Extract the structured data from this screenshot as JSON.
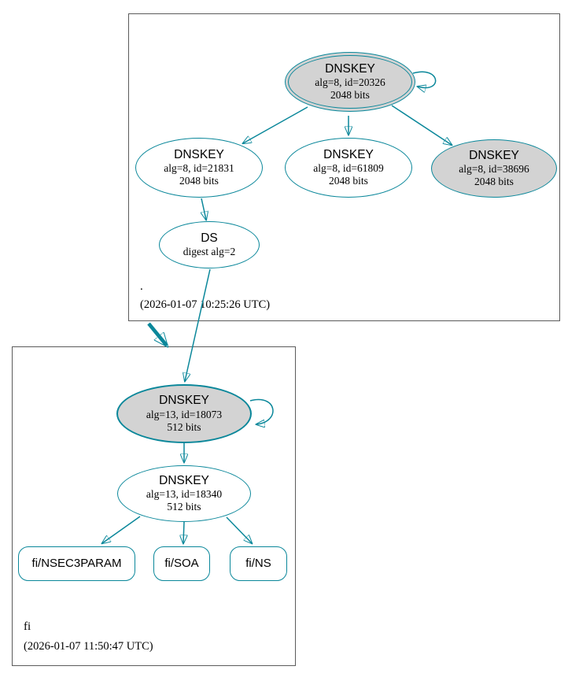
{
  "zones": {
    "root": {
      "label": ".",
      "timestamp": "(2026-01-07 10:25:26 UTC)"
    },
    "fi": {
      "label": "fi",
      "timestamp": "(2026-01-07 11:50:47 UTC)"
    }
  },
  "nodes": {
    "root_ksk_20326": {
      "title": "DNSKEY",
      "alg": "alg=8, id=20326",
      "bits": "2048 bits"
    },
    "root_zsk_21831": {
      "title": "DNSKEY",
      "alg": "alg=8, id=21831",
      "bits": "2048 bits"
    },
    "root_zsk_61809": {
      "title": "DNSKEY",
      "alg": "alg=8, id=61809",
      "bits": "2048 bits"
    },
    "root_ksk_38696": {
      "title": "DNSKEY",
      "alg": "alg=8, id=38696",
      "bits": "2048 bits"
    },
    "ds_fi": {
      "title": "DS",
      "alg": "digest alg=2"
    },
    "fi_ksk_18073": {
      "title": "DNSKEY",
      "alg": "alg=13, id=18073",
      "bits": "512 bits"
    },
    "fi_zsk_18340": {
      "title": "DNSKEY",
      "alg": "alg=13, id=18340",
      "bits": "512 bits"
    },
    "rrset_nsec3param": {
      "label": "fi/NSEC3PARAM"
    },
    "rrset_soa": {
      "label": "fi/SOA"
    },
    "rrset_ns": {
      "label": "fi/NS"
    }
  },
  "colors": {
    "secure": "#0a879a",
    "ksk_fill": "#d3d3d3",
    "node_fill": "#ffffff",
    "zone_border": "#5b5b5b"
  }
}
